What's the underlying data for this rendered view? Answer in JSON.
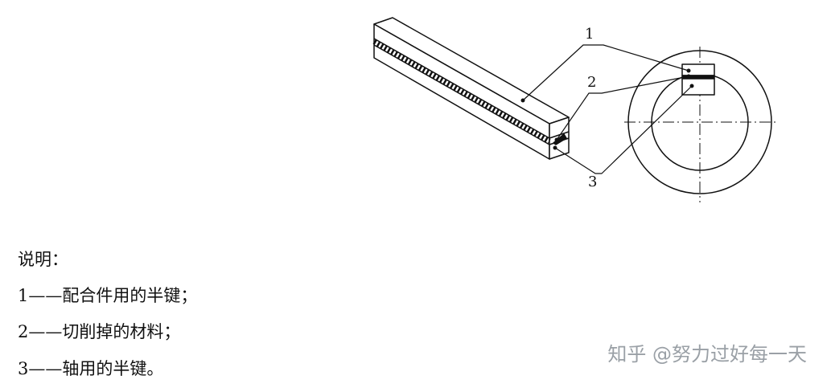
{
  "diagram": {
    "callouts": [
      {
        "label": "1"
      },
      {
        "label": "2"
      },
      {
        "label": "3"
      }
    ]
  },
  "legend": {
    "heading": "说明：",
    "items": [
      "1——配合件用的半键；",
      "2——切削掉的材料；",
      "3——轴用的半键。"
    ]
  },
  "watermark": "知乎 @努力过好每一天",
  "colors": {
    "line": "#111111",
    "watermark": "#9aa0a6"
  }
}
